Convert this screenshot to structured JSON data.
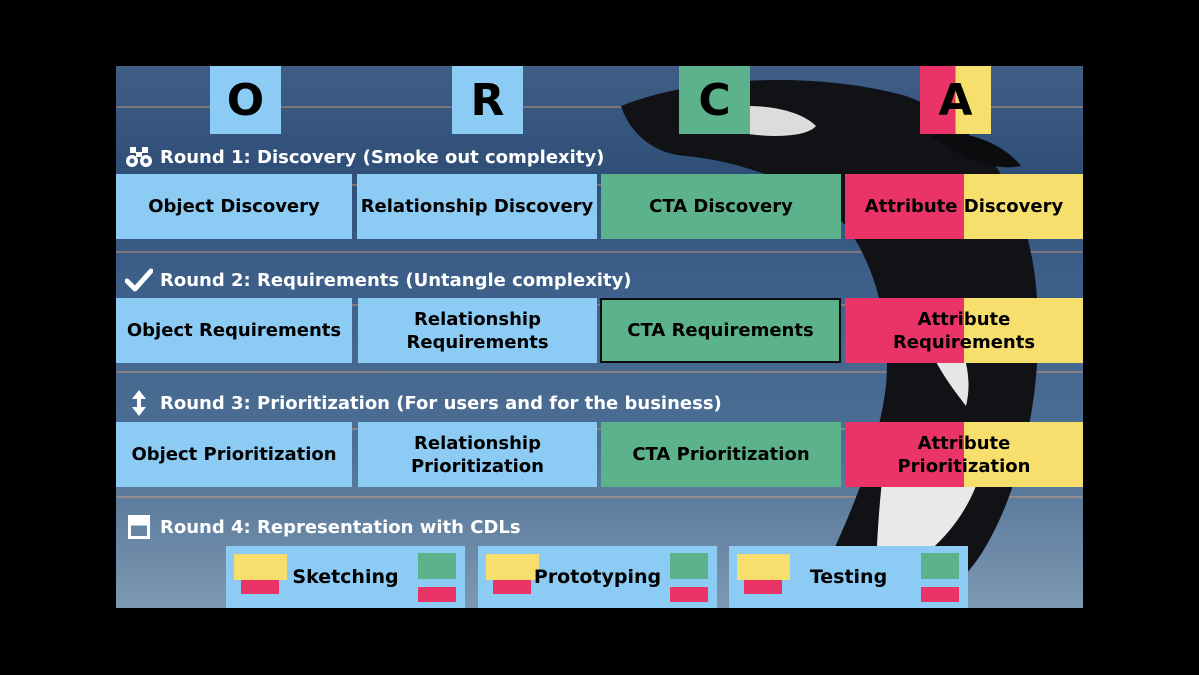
{
  "headers": [
    "O",
    "R",
    "C",
    "A"
  ],
  "rounds": [
    {
      "icon": "binoculars-icon",
      "title": "Round 1: Discovery (Smoke out complexity)",
      "cells": [
        "Object Discovery",
        "Relationship Discovery",
        "CTA Discovery",
        "Attribute Discovery"
      ]
    },
    {
      "icon": "checkmark-icon",
      "title": "Round 2: Requirements (Untangle complexity)",
      "cells": [
        "Object Requirements",
        "Relationship Requirements",
        "CTA Requirements",
        "Attribute Requirements"
      ]
    },
    {
      "icon": "up-down-arrow-icon",
      "title": "Round 3: Prioritization (For users and for the business)",
      "cells": [
        "Object Prioritization",
        "Relationship Prioritization",
        "CTA Prioritization",
        "Attribute Prioritization"
      ]
    },
    {
      "icon": "window-layout-icon",
      "title": "Round 4: Representation with CDLs",
      "cells": []
    }
  ],
  "cdl_cards": [
    "Sketching",
    "Prototyping",
    "Testing"
  ],
  "colors": {
    "object_relationship": "#8ccbf3",
    "cta": "#5cb38b",
    "attribute_red": "#ea3468",
    "attribute_yellow": "#f7df6e",
    "background": "#000000"
  }
}
